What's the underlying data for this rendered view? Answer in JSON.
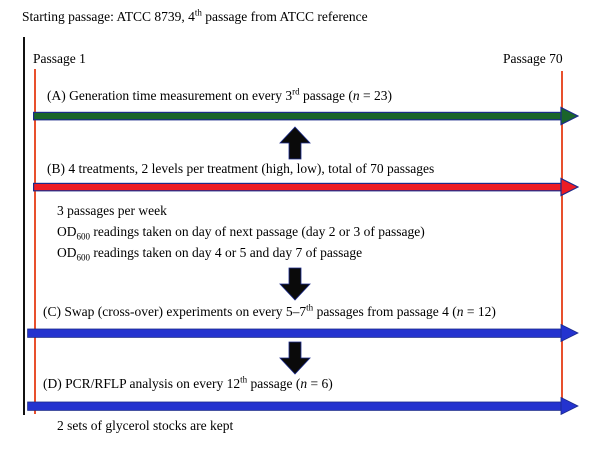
{
  "title": {
    "pre": "Starting passage: ATCC 8739, 4",
    "sup": "th",
    "post": " passage from ATCC reference"
  },
  "markers": {
    "start": "Passage 1",
    "end": "Passage 70"
  },
  "rows": {
    "a": {
      "pre": "(A) Generation time measurement on every 3",
      "sup": "rd",
      "mid": " passage (",
      "var": "n",
      "post": " = 23)"
    },
    "b": {
      "label": "(B) 4 treatments, 2 levels per treatment (high, low), total of 70 passages"
    },
    "b_notes": {
      "note1": "3 passages per week",
      "note2_pre": "OD",
      "note2_sub": "600",
      "note2_post": " readings taken on day of next passage (day 2 or 3 of passage)",
      "note3_pre": "OD",
      "note3_sub": "600",
      "note3_post": " readings taken on day 4 or 5 and day 7 of passage"
    },
    "c": {
      "pre": "(C) Swap (cross-over) experiments on every 5–7",
      "sup": "th",
      "mid": " passages from passage 4 (",
      "var": "n",
      "post": " = 12)"
    },
    "d": {
      "pre": "(D) PCR/RFLP analysis on every 12",
      "sup": "th",
      "mid": " passage (",
      "var": "n",
      "post": " = 6)"
    }
  },
  "footer": "2 sets of glycerol stocks are kept",
  "colors": {
    "green": "#1a652a",
    "red": "#ed1c24",
    "blue": "#2433cf",
    "navy": "#1b2a8a",
    "marker_line": "#e8502d",
    "black_arrow": "#0a0a0a"
  }
}
